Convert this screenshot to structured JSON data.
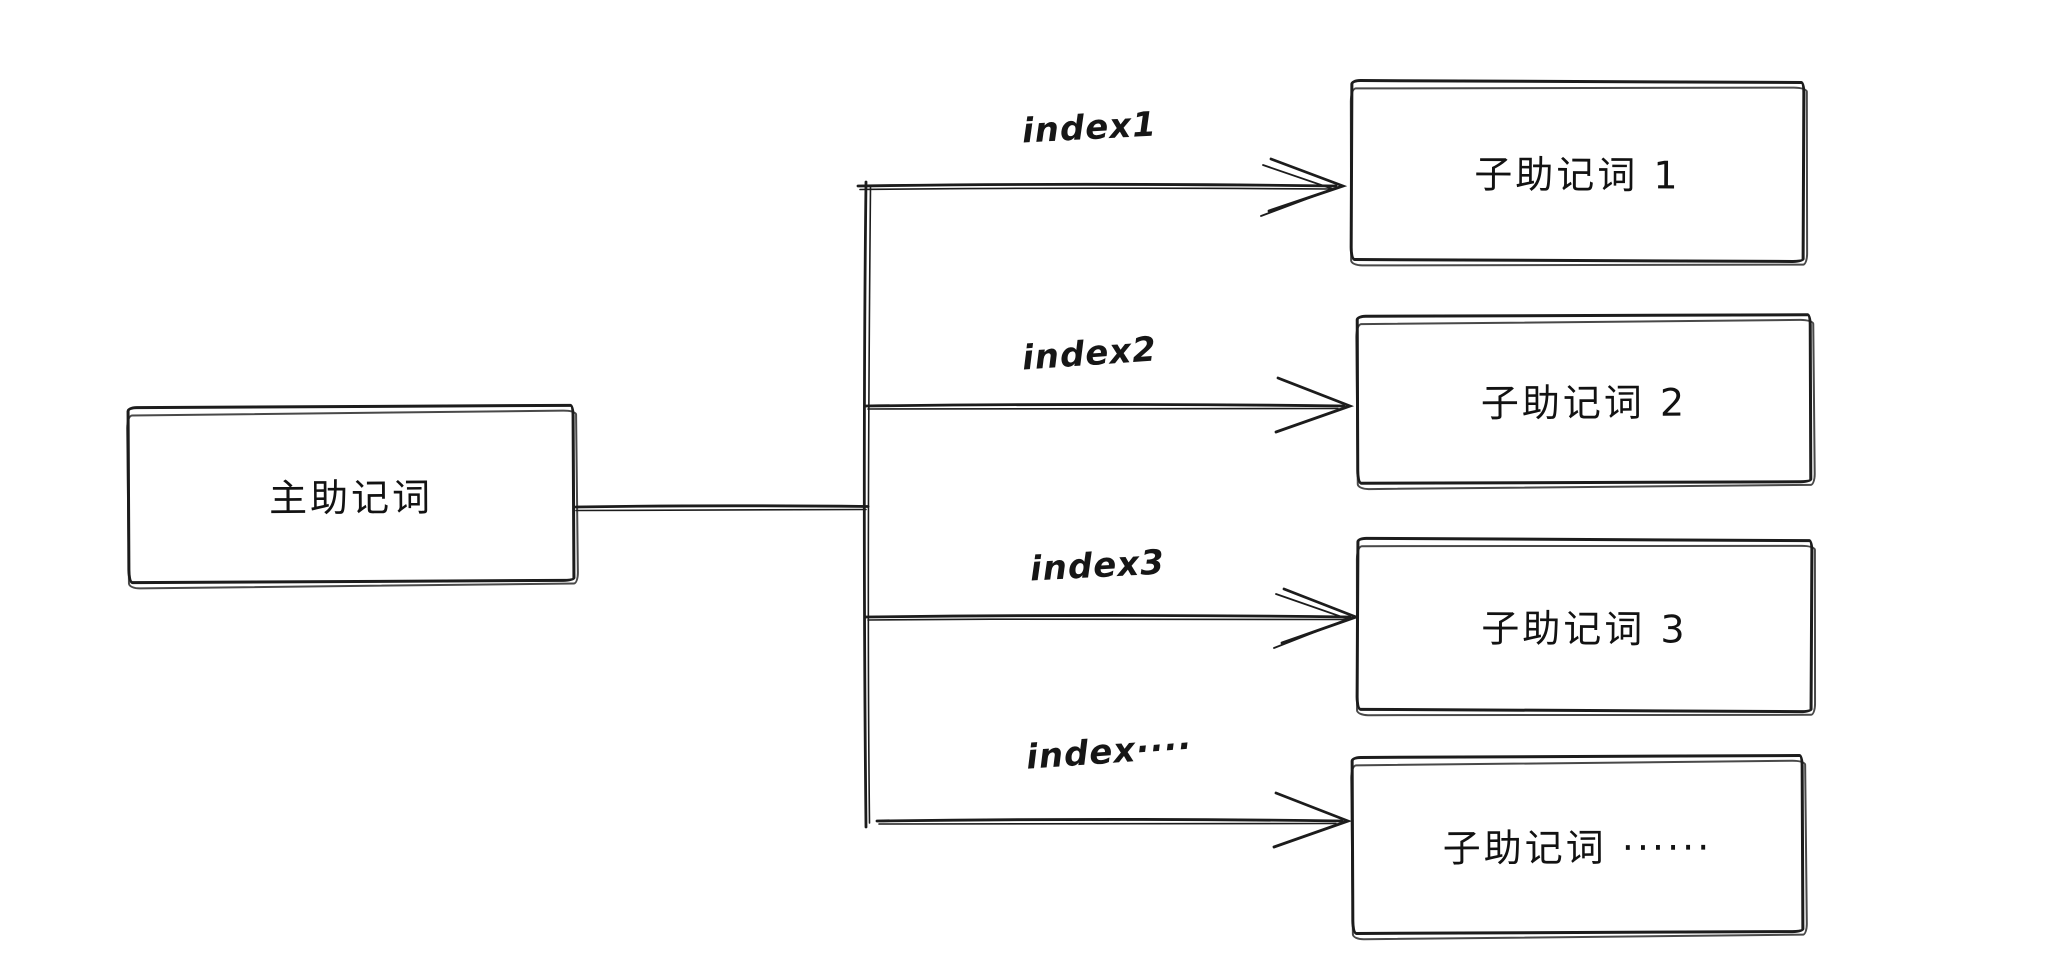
{
  "diagram": {
    "type": "flowchart",
    "style": "hand-drawn",
    "background": "#ffffff",
    "stroke_color": "#1c1c1c",
    "root": {
      "label": "主助记词"
    },
    "children": [
      {
        "label": "子助记词 1",
        "edge_label": "index1"
      },
      {
        "label": "子助记词 2",
        "edge_label": "index2"
      },
      {
        "label": "子助记词 3",
        "edge_label": "index3"
      },
      {
        "label": "子助记词 ······",
        "edge_label": "index····"
      }
    ]
  }
}
